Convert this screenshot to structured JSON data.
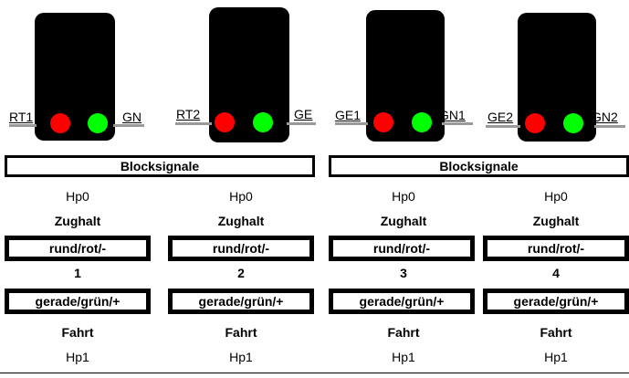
{
  "signals": [
    {
      "left_label": "RT1",
      "right_label": "GN",
      "colors": {
        "left": "#ff0000",
        "right": "#00ff00"
      }
    },
    {
      "left_label": "RT2",
      "right_label": "GE",
      "colors": {
        "left": "#ff0000",
        "right": "#00ff00"
      }
    },
    {
      "left_label": "GE1",
      "right_label": "GN1",
      "colors": {
        "left": "#ff0000",
        "right": "#00ff00"
      }
    },
    {
      "left_label": "GE2",
      "right_label": "GN2",
      "colors": {
        "left": "#ff0000",
        "right": "#00ff00"
      }
    }
  ],
  "groups": [
    {
      "title": "Blocksignale"
    },
    {
      "title": "Blocksignale"
    }
  ],
  "columns": [
    {
      "hp0": "Hp0",
      "stop": "Zughalt",
      "stop_button": "rund/rot/-",
      "number": "1",
      "go_button": "gerade/grün/+",
      "go": "Fahrt",
      "hp1": "Hp1"
    },
    {
      "hp0": "Hp0",
      "stop": "Zughalt",
      "stop_button": "rund/rot/-",
      "number": "2",
      "go_button": "gerade/grün/+",
      "go": "Fahrt",
      "hp1": "Hp1"
    },
    {
      "hp0": "Hp0",
      "stop": "Zughalt",
      "stop_button": "rund/rot/-",
      "number": "3",
      "go_button": "gerade/grün/+",
      "go": "Fahrt",
      "hp1": "Hp1"
    },
    {
      "hp0": "Hp0",
      "stop": "Zughalt",
      "stop_button": "rund/rot/-",
      "number": "4",
      "go_button": "gerade/grün/+",
      "go": "Fahrt",
      "hp1": "Hp1"
    }
  ]
}
